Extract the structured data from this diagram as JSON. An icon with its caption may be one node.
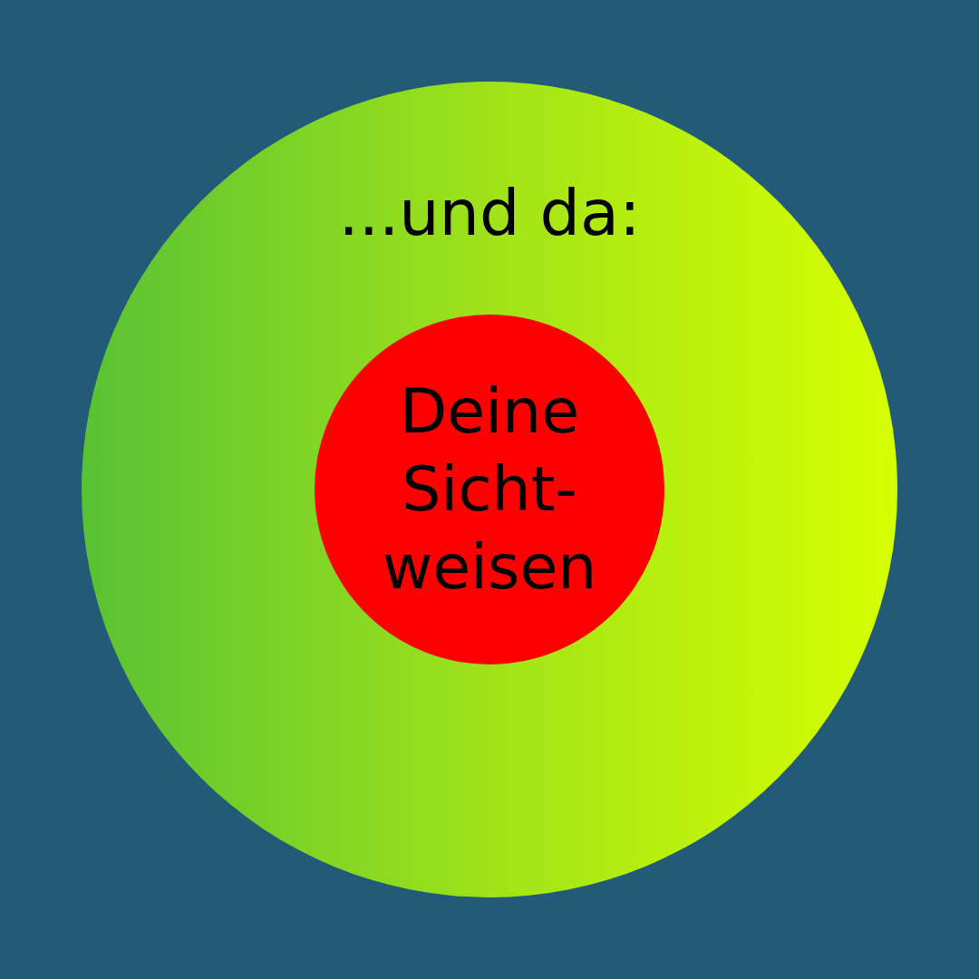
{
  "diagram": {
    "nodes": [
      {
        "text": [
          "...und da:"
        ]
      },
      {
        "text": [
          "Deine Sicht- weisen"
        ],
        "in": 0
      }
    ]
  }
}
